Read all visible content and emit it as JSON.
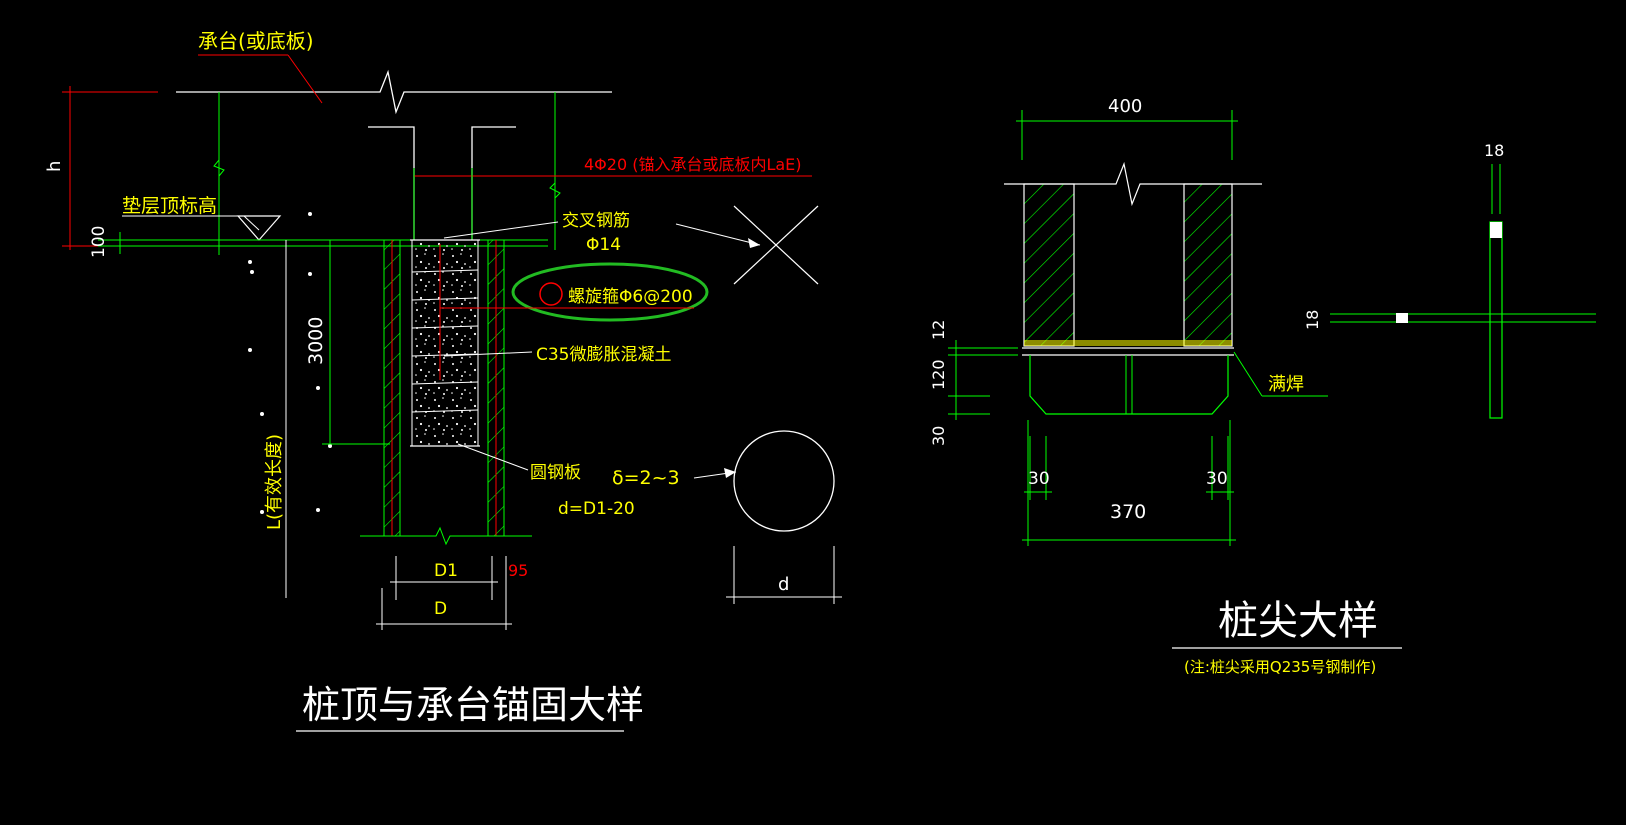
{
  "colors": {
    "background": "#000000",
    "line": "#ffffff",
    "dimension": "#00ff00",
    "label": "#ffff00",
    "accent": "#ff0000",
    "highlight": "#22bb22"
  },
  "labels": {
    "cap_slab": "承台(或底板)",
    "h": "h",
    "cushion_top": "垫层顶标高",
    "dim_100": "100",
    "dim_3000": "3000",
    "eff_length": "L(有效长度)",
    "rebar_4phi20": "4Φ20  (锚入承台或底板内LaE)",
    "cross_bar_1": "交叉钢筋",
    "cross_bar_2": "Φ14",
    "spiral": "螺旋箍Φ6@200",
    "c35": "C35微膨胀混凝土",
    "steel_plate": "圆钢板",
    "delta": "δ=2~3",
    "d_formula": "d=D1-20",
    "d1": "D1",
    "dim_95": "95",
    "D": "D",
    "d_small": "d",
    "title_left": "桩顶与承台锚固大样",
    "dim_400": "400",
    "dim_12": "12",
    "dim_120": "120",
    "dim_30_v": "30",
    "weld": "满焊",
    "dim_30_l": "30",
    "dim_30_r": "30",
    "dim_370": "370",
    "dim_18_top": "18",
    "dim_18_left": "18",
    "title_right": "桩尖大样",
    "note_right": "(注:桩尖采用Q235号钢制作)"
  }
}
